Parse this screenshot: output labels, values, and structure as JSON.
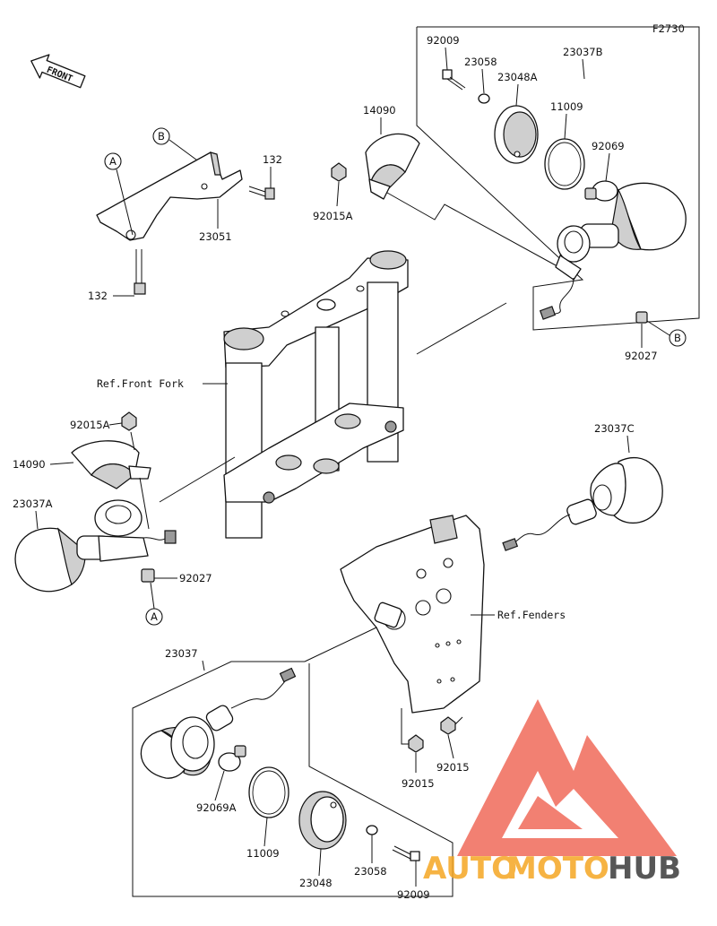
{
  "diagram_code": "F2730",
  "front_label": "FRONT",
  "refs": {
    "front_fork": "Ref.Front Fork",
    "fenders": "Ref.Fenders"
  },
  "callouts": {
    "a": "A",
    "b": "B"
  },
  "parts": {
    "p92009_top": "92009",
    "p23058_top": "23058",
    "p23048A": "23048A",
    "p23037B": "23037B",
    "p11009_top": "11009",
    "p92069": "92069",
    "p14090_top": "14090",
    "p92015A_top": "92015A",
    "p132_top": "132",
    "p23051": "23051",
    "p132_bottom": "132",
    "p92027_right": "92027",
    "p92015A_left": "92015A",
    "p14090_left": "14090",
    "p23037A": "23037A",
    "p92027_left": "92027",
    "p23037C": "23037C",
    "p23037": "23037",
    "p92069A": "92069A",
    "p11009_bottom": "11009",
    "p23048": "23048",
    "p23058_bottom": "23058",
    "p92009_bottom": "92009",
    "p92015_left": "92015",
    "p92015_right": "92015"
  },
  "watermark": {
    "part1": "AUTO",
    "part2": "MOTO",
    "part3": "HUB",
    "color_orange": "#f5a623",
    "color_red": "#f06a5a",
    "color_dark": "#3a3a3a"
  }
}
